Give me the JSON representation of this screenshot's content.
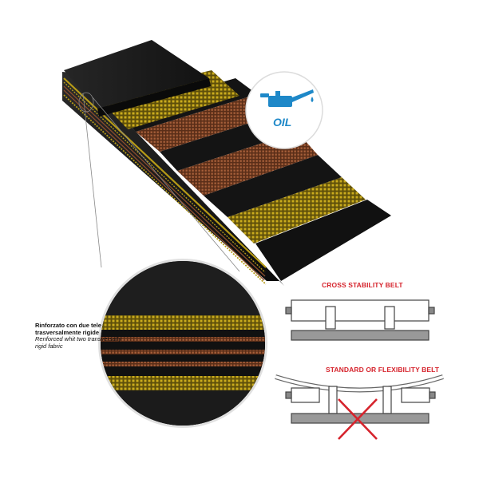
{
  "oil_badge": {
    "label": "OIL",
    "color": "#1e88c8"
  },
  "annotation": {
    "italian": "Rinforzato con due tele trasversalmente rigide",
    "english": "Renforced whit two transversally rigid fabric"
  },
  "diagrams": {
    "cross_stability": {
      "title": "CROSS STABILITY BELT"
    },
    "flexibility": {
      "title": "STANDARD OR FLEXIBILITY BELT"
    }
  },
  "colors": {
    "rubber": "#151515",
    "yellow_fabric": "#b59a17",
    "copper_fabric": "#8a4d2e",
    "accent_red": "#d6242d",
    "accent_blue": "#1e88c8"
  }
}
